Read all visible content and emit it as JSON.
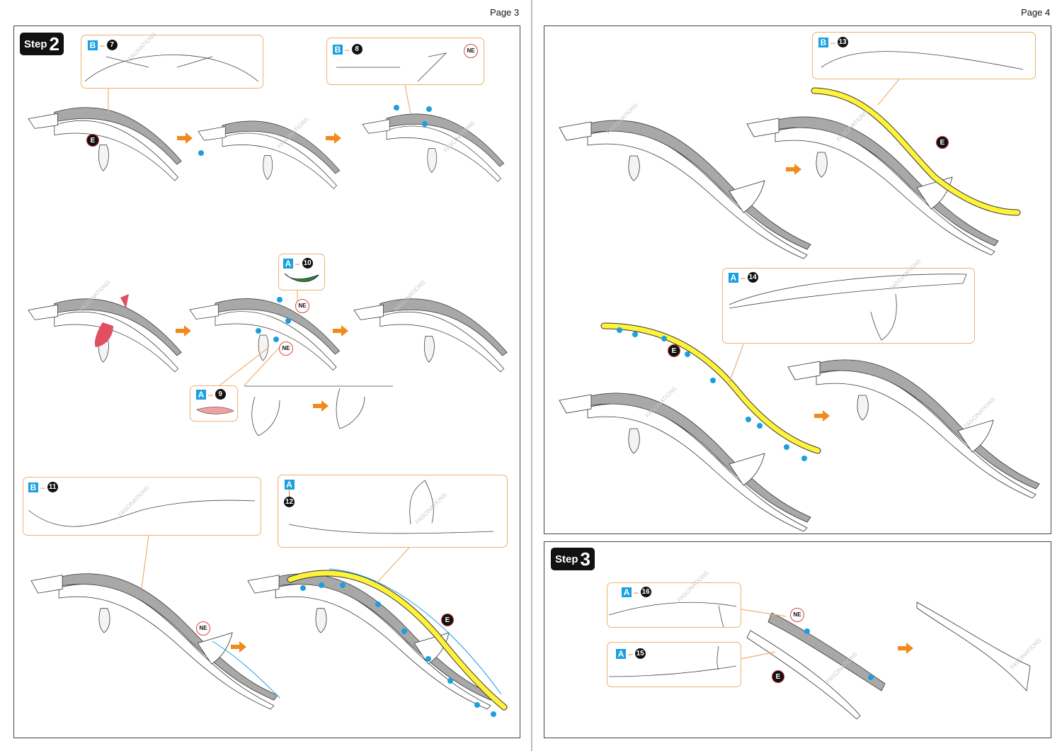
{
  "pages": [
    {
      "label": "Page 3"
    },
    {
      "label": "Page 4"
    }
  ],
  "steps": [
    {
      "word": "Step",
      "num": "2"
    },
    {
      "word": "Step",
      "num": "3"
    }
  ],
  "callouts": [
    {
      "letter": "B",
      "num": "7"
    },
    {
      "letter": "B",
      "num": "8"
    },
    {
      "letter": "A",
      "num": "10"
    },
    {
      "letter": "A",
      "num": "9"
    },
    {
      "letter": "B",
      "num": "11"
    },
    {
      "letter": "A",
      "num": "12"
    },
    {
      "letter": "B",
      "num": "13"
    },
    {
      "letter": "A",
      "num": "14"
    },
    {
      "letter": "A",
      "num": "16"
    },
    {
      "letter": "A",
      "num": "15"
    }
  ],
  "markers": {
    "e": "E",
    "ne": "NE"
  },
  "watermark": "FASCINATIONS",
  "colors": {
    "accent_orange": "#f08a1c",
    "part_gray": "#a8a8a8",
    "highlight_yellow": "#fff23a",
    "pin_blue": "#1a9fe0",
    "fin_red": "#e05060",
    "fin_green": "#1e8a3c",
    "fin_pink": "#f0a0a0"
  }
}
